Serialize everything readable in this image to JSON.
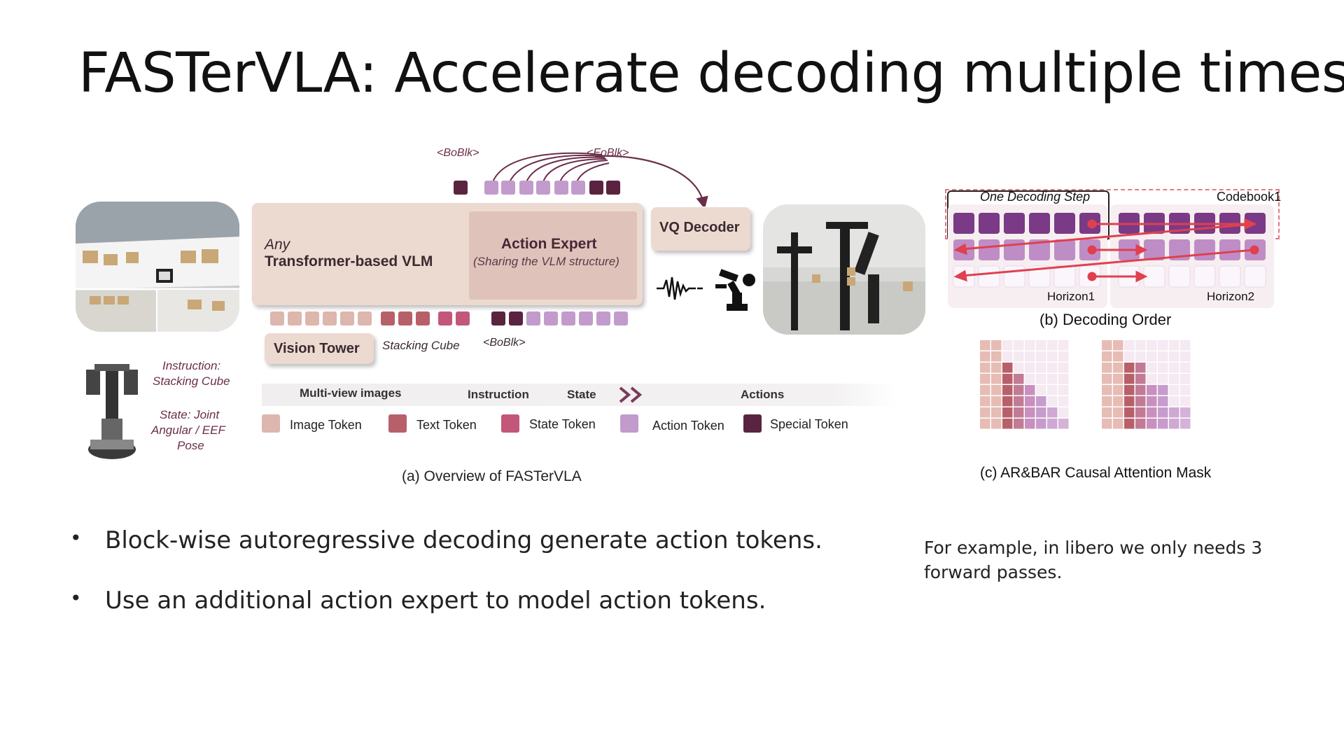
{
  "slide": {
    "title": "FASTerVLA: Accelerate decoding multiple times",
    "bullets": [
      "Block-wise autoregressive decoding generate action tokens.",
      "Use an additional action expert to model action tokens."
    ],
    "side_note": "For example, in libero we only needs 3 forward passes."
  },
  "figure": {
    "overview": {
      "caption": "(a) Overview of FASTerVLA",
      "vlm_any": "Any",
      "vlm_name": "Transformer-based VLM",
      "expert_title": "Action Expert",
      "expert_sub": "(Sharing the VLM structure)",
      "vq_decoder": "VQ Decoder",
      "vision_tower": "Vision Tower",
      "stacking_cube": "Stacking Cube",
      "boblk_top": "<BoBlk>",
      "eoblk_top": "<EoBlk>",
      "boblk_bottom": "<BoBlk>",
      "instruction_label": "Instruction:",
      "instruction_value": "Stacking Cube",
      "state_line1": "State: Joint",
      "state_line2": "Angular / EEF",
      "state_line3": "Pose",
      "input_labels": {
        "multiview": "Multi-view images",
        "instruction": "Instruction",
        "state": "State",
        "actions": "Actions"
      },
      "legend": [
        {
          "label": "Image Token",
          "color": "#ddb6ae"
        },
        {
          "label": "Text Token",
          "color": "#b8606a"
        },
        {
          "label": "State Token",
          "color": "#c2577a"
        },
        {
          "label": "Action Token",
          "color": "#c29bcc"
        },
        {
          "label": "Special Token",
          "color": "#5a2440"
        }
      ]
    },
    "decoding_order": {
      "caption": "(b) Decoding Order",
      "one_step": "One Decoding Step",
      "codebook": "Codebook1",
      "horizon1": "Horizon1",
      "horizon2": "Horizon2"
    },
    "attention_mask": {
      "caption": "(c) AR&BAR Causal Attention Mask"
    }
  },
  "colors": {
    "image_token": "#ddb6ae",
    "text_token": "#b8606a",
    "state_token": "#c2577a",
    "action_token": "#c29bcc",
    "special_token": "#5a2440",
    "arrow": "#e0404f"
  }
}
